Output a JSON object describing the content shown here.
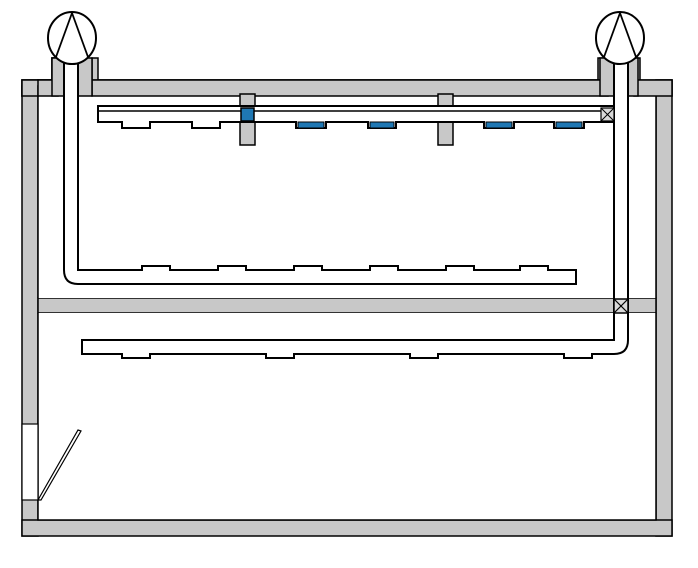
{
  "diagram": {
    "kind": "building ventilation duct schematic",
    "colors": {
      "wall_fill": "#c8c8c8",
      "outline": "#000000",
      "diffuser_active": "#1f78b4",
      "background": "#ffffff",
      "damper_box_fill": "#d9d9d9"
    },
    "components": {
      "fans": [
        "fan-left",
        "fan-right"
      ],
      "upper_floor_top_duct_outlets": [
        {
          "id": "outlet-1",
          "active": false
        },
        {
          "id": "outlet-2",
          "active": false
        },
        {
          "id": "outlet-3",
          "active": true
        },
        {
          "id": "outlet-4",
          "active": true
        },
        {
          "id": "outlet-5",
          "active": true
        },
        {
          "id": "outlet-6",
          "active": true
        }
      ],
      "upper_floor_low_duct_outlets": 6,
      "lower_floor_duct_outlets": 4,
      "dampers": [
        "damper-top-right",
        "damper-floor-right"
      ],
      "sensor": "blue-square-sensor",
      "door": "door-lower-left"
    }
  }
}
